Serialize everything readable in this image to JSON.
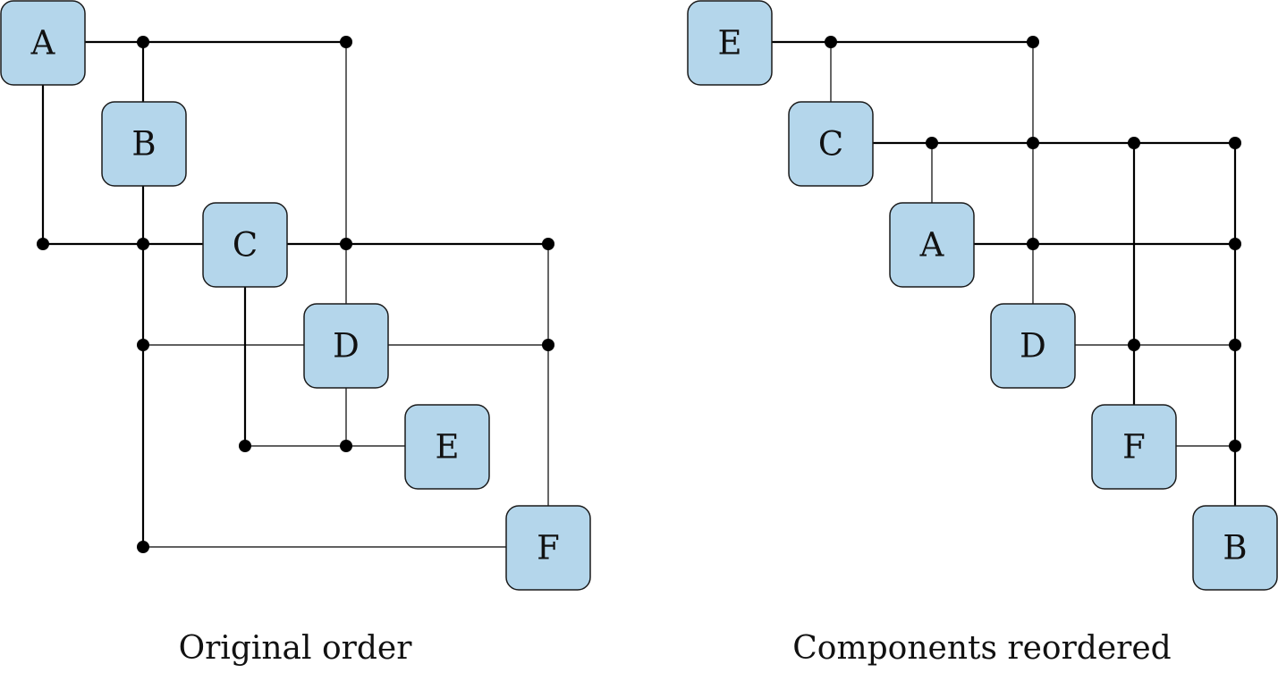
{
  "panels": [
    {
      "caption": "Original order",
      "nodes": [
        "A",
        "B",
        "C",
        "D",
        "E",
        "F"
      ]
    },
    {
      "caption": "Components reordered",
      "nodes": [
        "E",
        "C",
        "A",
        "D",
        "F",
        "B"
      ]
    }
  ]
}
